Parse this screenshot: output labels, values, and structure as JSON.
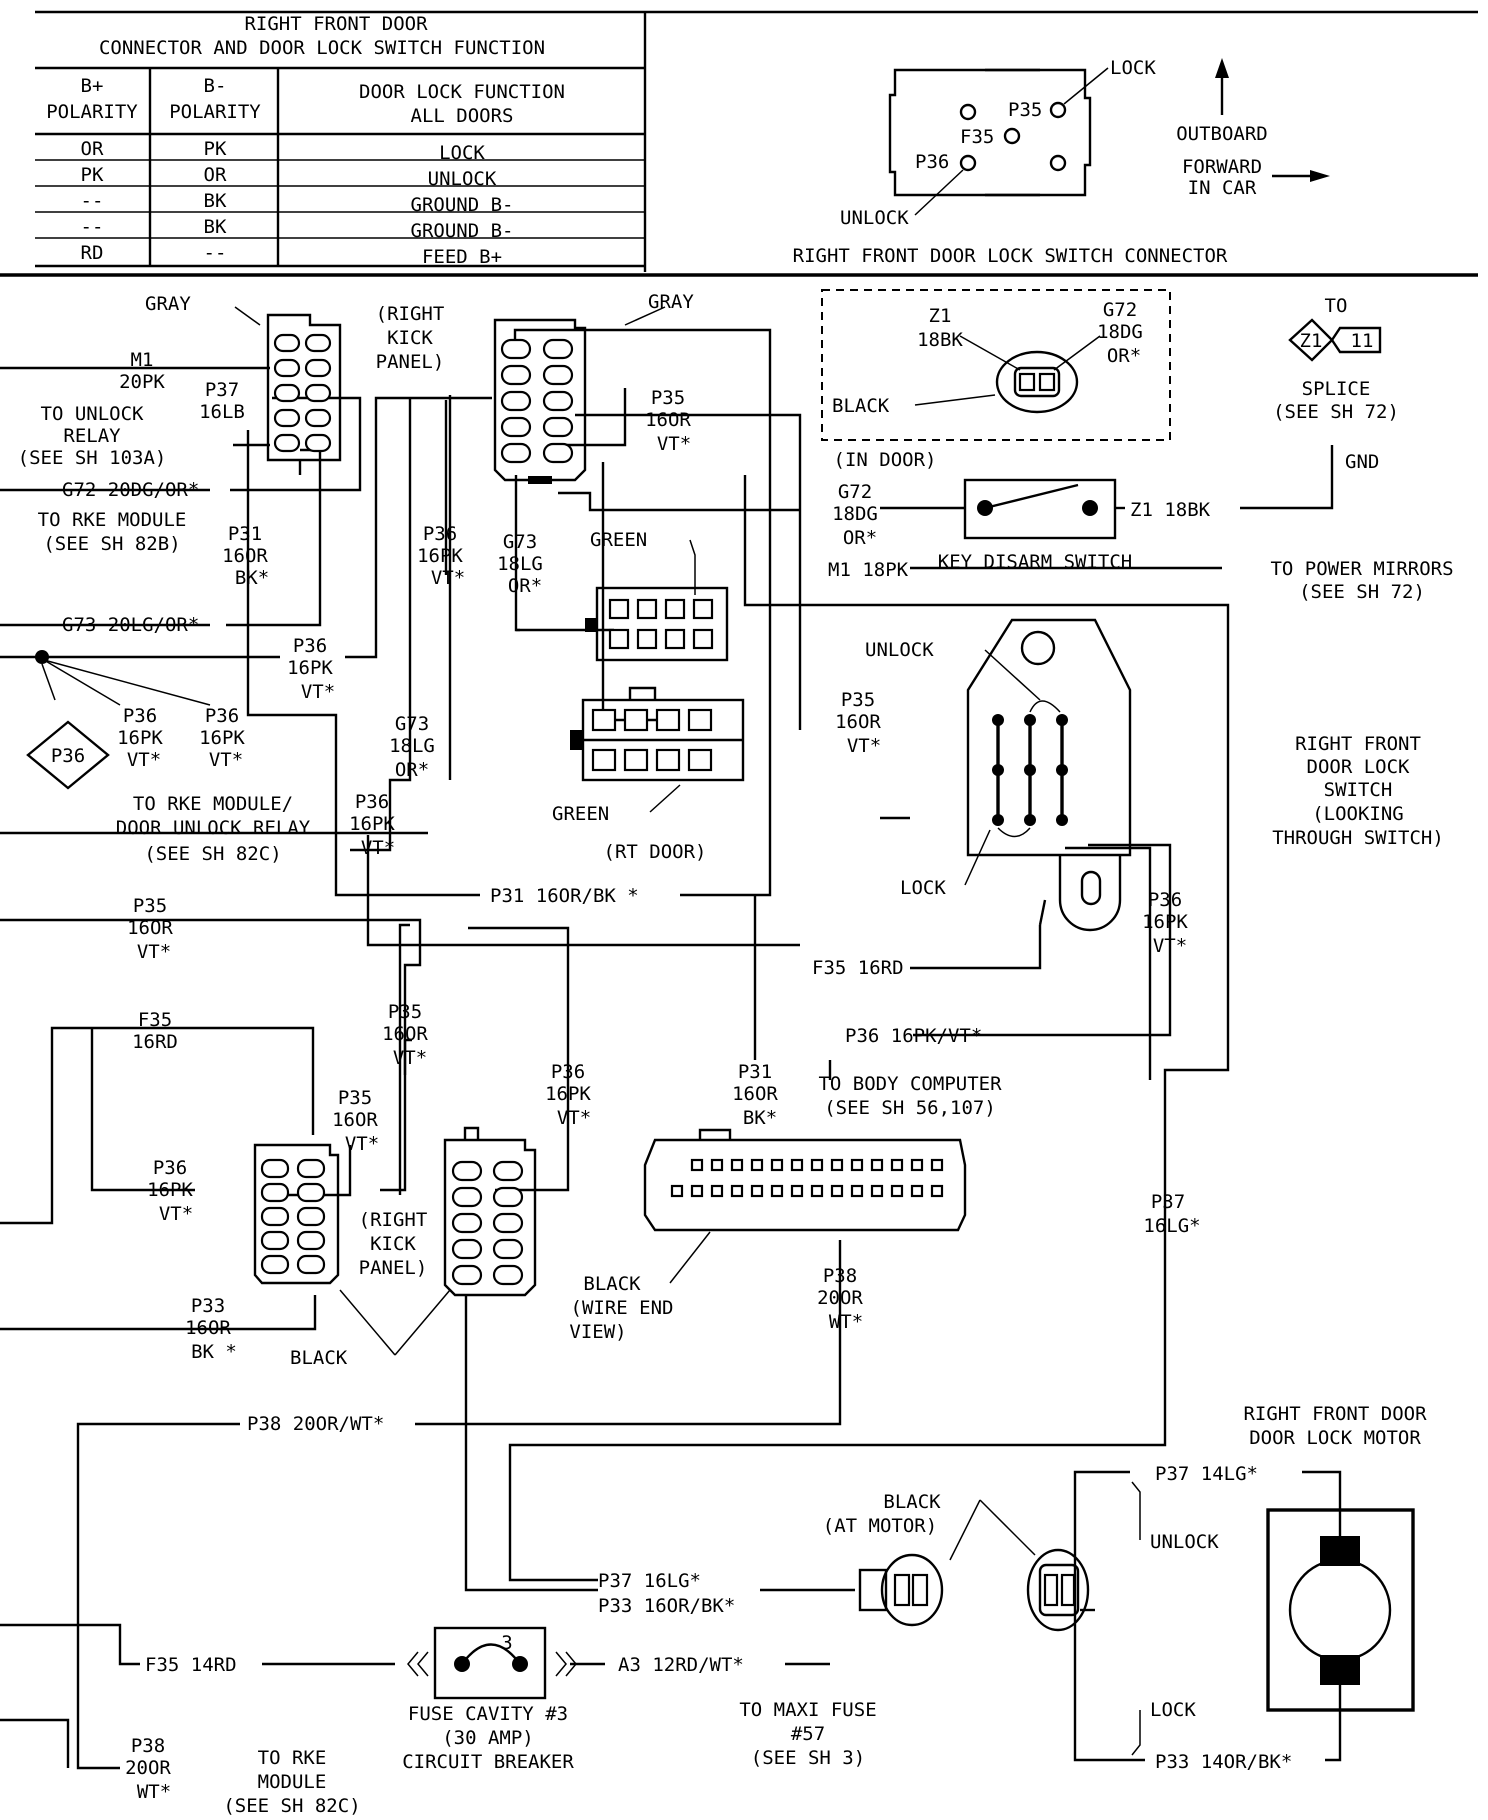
{
  "table": {
    "title1": "RIGHT FRONT DOOR",
    "title2": "CONNECTOR AND DOOR LOCK SWITCH FUNCTION",
    "headers": [
      [
        "B+",
        "POLARITY"
      ],
      [
        "B-",
        "POLARITY"
      ],
      [
        "DOOR LOCK FUNCTION",
        "ALL DOORS"
      ]
    ],
    "rows": [
      [
        "OR",
        "PK",
        "LOCK"
      ],
      [
        "PK",
        "OR",
        "UNLOCK"
      ],
      [
        "--",
        "BK",
        "GROUND B-"
      ],
      [
        "--",
        "BK",
        "GROUND B-"
      ],
      [
        "RD",
        "--",
        "FEED B+"
      ]
    ]
  },
  "connector_view": {
    "lock": "LOCK",
    "p35": "P35",
    "f35": "F35",
    "p36": "P36",
    "unlock": "UNLOCK",
    "outboard": "OUTBOARD",
    "forward1": "FORWARD",
    "forward2": "IN CAR",
    "caption": "RIGHT FRONT DOOR LOCK SWITCH CONNECTOR"
  },
  "labels": {
    "gray_left": "GRAY",
    "gray_right": "GRAY",
    "right_kick_panel_top": [
      "(RIGHT",
      "KICK",
      "PANEL)"
    ],
    "m1_left": [
      "M1",
      "20PK"
    ],
    "p37_top": [
      "P37",
      "16LB"
    ],
    "to_unlock_relay": [
      "TO UNLOCK",
      "RELAY",
      "(SEE SH 103A)"
    ],
    "g72_left": "G72 20DG/OR*",
    "to_rke_module": [
      "TO RKE MODULE",
      "(SEE SH 82B)"
    ],
    "p31_left": [
      "P31",
      "16OR",
      "BK*"
    ],
    "g73_left": "G73 20LG/OR*",
    "p36_mid": [
      "P36",
      "16PK",
      "VT*"
    ],
    "p36_splice_a": [
      "P36",
      "16PK",
      "VT*"
    ],
    "p36_splice_b": [
      "P36",
      "16PK",
      "VT*"
    ],
    "p36_diamond": "P36",
    "to_rke_door": [
      "TO RKE MODULE/",
      "DOOR UNLOCK RELAY",
      "(SEE SH 82C)"
    ],
    "p36_col": [
      "P36",
      "16PK",
      "VT*"
    ],
    "g73_col": [
      "G73",
      "18LG",
      "OR*"
    ],
    "p36_col2": [
      "P36",
      "16PK",
      "VT*"
    ],
    "g73_top": [
      "G73",
      "18LG",
      "OR*"
    ],
    "p35_top": [
      "P35",
      "16OR",
      "VT*"
    ],
    "green_top": "GREEN",
    "green_bottom": "GREEN",
    "rt_door": "(RT DOOR)",
    "z1_left": [
      "Z1",
      "18BK"
    ],
    "g72_top": [
      "G72",
      "18DG",
      "OR*"
    ],
    "black_in_door": "BLACK",
    "in_door": "(IN DOOR)",
    "g72_mid": [
      "G72",
      "18DG",
      "OR*"
    ],
    "z1_right": "Z1 18BK",
    "key_disarm": "KEY DISARM SWITCH",
    "m1_right": "M1 18PK",
    "to_power_mirrors": [
      "TO POWER MIRRORS",
      "(SEE SH 72)"
    ],
    "splice_to": "TO",
    "splice_z1": "Z1",
    "splice_11": "11",
    "splice": [
      "SPLICE",
      "(SEE SH 72)"
    ],
    "gnd": "GND",
    "unlock_sw": "UNLOCK",
    "lock_sw": "LOCK",
    "p35_sw": [
      "P35",
      "16OR",
      "VT*"
    ],
    "p36_sw": [
      "P36",
      "16PK",
      "VT*"
    ],
    "rf_switch": [
      "RIGHT FRONT",
      "DOOR LOCK",
      "SWITCH",
      "(LOOKING",
      "THROUGH SWITCH)"
    ],
    "p31_long": "P31 16OR/BK *",
    "f35_long": "F35 16RD",
    "p36_long": "P36 16PK/VT*",
    "p35_left": [
      "P35",
      "16OR",
      "VT*"
    ],
    "f35_left": [
      "F35",
      "16RD"
    ],
    "p35_kick": [
      "P35",
      "16OR",
      "VT*"
    ],
    "p35_kick2": [
      "P35",
      "16OR",
      "VT*"
    ],
    "p36_kick2": [
      "P36",
      "16PK",
      "VT*"
    ],
    "p36_kick1": [
      "P36",
      "16PK",
      "VT*"
    ],
    "p31_body": [
      "P31",
      "16OR",
      "BK*"
    ],
    "to_body_computer": [
      "TO BODY COMPUTER",
      "(SEE SH 56,107)"
    ],
    "right_kick_panel_bottom": [
      "(RIGHT",
      "KICK",
      "PANEL)"
    ],
    "p37_right": [
      "P37",
      "16LG*"
    ],
    "p33_left": [
      "P33",
      "16OR",
      "BK *"
    ],
    "black_kick": "BLACK",
    "black_wire_end": [
      "BLACK",
      "(WIRE END",
      "VIEW)"
    ],
    "p38_body": [
      "P38",
      "20OR",
      "WT*"
    ],
    "p38_long": "P38 20OR/WT*",
    "rf_motor": [
      "RIGHT FRONT DOOR",
      "DOOR LOCK MOTOR"
    ],
    "black_motor": [
      "BLACK",
      "(AT MOTOR)"
    ],
    "p37_motor": "P37 14LG*",
    "unlock_motor": "UNLOCK",
    "lock_motor": "LOCK",
    "p33_motor": "P33 14OR/BK*",
    "p37_16lg": "P37 16LG*",
    "p33_16or": "P33 16OR/BK*",
    "f35_14rd": "F35 14RD",
    "fuse_num": "3",
    "a3": "A3 12RD/WT*",
    "to_maxi": [
      "TO MAXI FUSE",
      "#57",
      "(SEE SH 3)"
    ],
    "fuse_cavity": [
      "FUSE CAVITY #3",
      "(30 AMP)",
      "CIRCUIT BREAKER"
    ],
    "p38_bottom": [
      "P38",
      "20OR",
      "WT*"
    ],
    "to_rke_bottom": [
      "TO RKE",
      "MODULE",
      "(SEE SH 82C)"
    ]
  }
}
